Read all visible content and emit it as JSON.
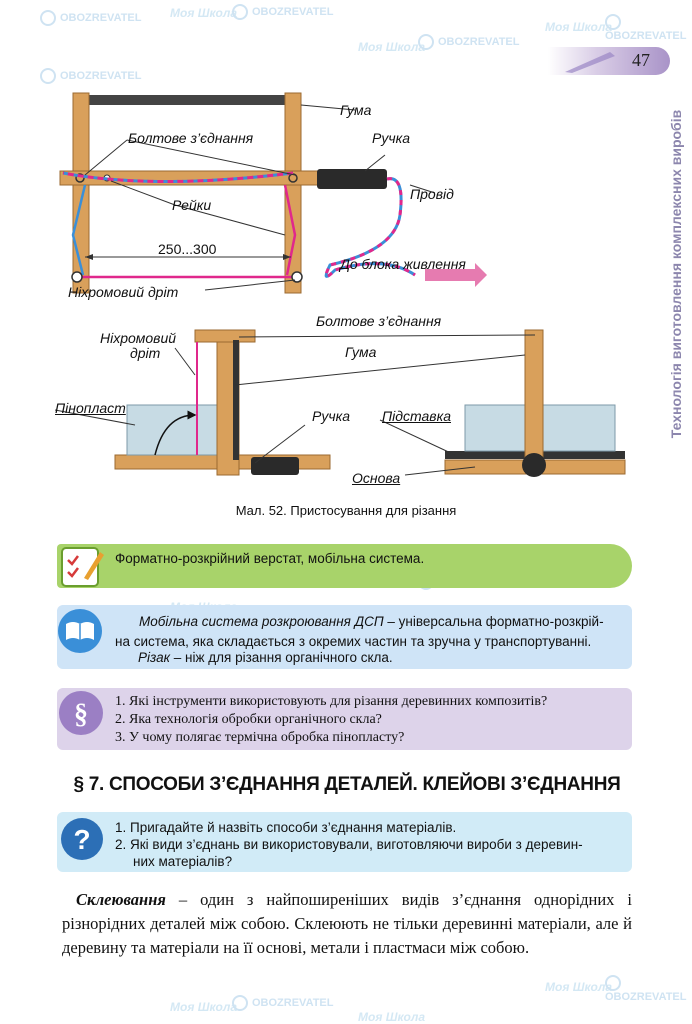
{
  "page": {
    "number": "47",
    "side_title": "Технологія виготовлення комплексних виробів"
  },
  "watermarks": {
    "school": "Моя Школа",
    "site": "OBOZREVATEL"
  },
  "figure_top": {
    "labels": {
      "guma": "Гума",
      "bolt": "Болтове з’єднання",
      "handle": "Ручка",
      "wire": "Провід",
      "rails": "Рейки",
      "dimension": "250...300",
      "power": "До блока живлення",
      "nichrome": "Ніхромовий дріт"
    }
  },
  "figure_bottom": {
    "labels": {
      "nichrome_line1": "Ніхромовий",
      "nichrome_line2": "дріт",
      "bolt": "Болтове з’єднання",
      "guma": "Гума",
      "foam": "Пінопласт",
      "handle": "Ручка",
      "stand": "Підставка",
      "base": "Основа"
    }
  },
  "caption": "Мал. 52. Пристосування для різання",
  "terms_box": {
    "text": "Форматно-розкрійний верстат, мобільна система."
  },
  "definitions": {
    "def1_term": "Мобільна система розкроювання ДСП",
    "def1_rest_line1": " – універсальна форматно-розкрій-",
    "def1_line2": "на система, яка складається з окремих частин та зручна у транспортуванні.",
    "def2_term": "Різак",
    "def2_rest": " – ніж для різання органічного скла."
  },
  "questions": [
    "1. Які інструменти використовують для різання деревинних композитів?",
    "2. Яка технологія обробки органічного скла?",
    "3. У чому полягає термічна обробка пінопласту?"
  ],
  "section_title": "§ 7. СПОСОБИ З’ЄДНАННЯ ДЕТАЛЕЙ. КЛЕЙОВІ З’ЄДНАННЯ",
  "recall": {
    "line1": "1. Пригадайте й назвіть способи з’єднання матеріалів.",
    "line2": "2. Які види з’єднань ви використовували, виготовляючи вироби з деревин-",
    "line3": "них матеріалів?"
  },
  "body": {
    "term": "Склеювання",
    "text": " – один з найпоширеніших видів з’єднання однорідних і різнорідних деталей між собою. Склеюють не тільки деревинні матеріали, але й деревину та матеріали на її основі, метали і пластмаси між собою."
  },
  "colors": {
    "wood": "#d9a05b",
    "foam": "#c7dbe4",
    "nichrome": "#e0288c",
    "wire_blue": "#3a8fd8",
    "green": "#a8d36a",
    "blue": "#cfe4f7",
    "purple": "#ddd3ea"
  }
}
